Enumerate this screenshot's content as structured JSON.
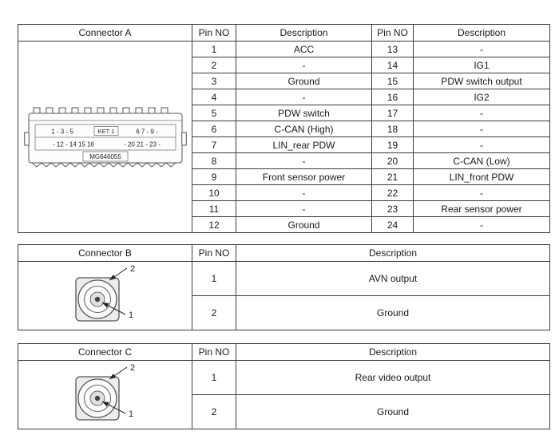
{
  "connector_a": {
    "title": "Connector A",
    "headers": {
      "pin": "Pin NO",
      "desc": "Description"
    },
    "drawing": {
      "top_left": "1 - 3 - 5",
      "ket": "KET 1",
      "top_right": "6 7 - 9 -",
      "bottom_left": "- 12 - 14 15 16",
      "bottom_right": "- 20 21 - 23 -",
      "part_number": "MG646055"
    },
    "rows": [
      {
        "pin_l": "1",
        "desc_l": "ACC",
        "pin_r": "13",
        "desc_r": "-"
      },
      {
        "pin_l": "2",
        "desc_l": "-",
        "pin_r": "14",
        "desc_r": "IG1"
      },
      {
        "pin_l": "3",
        "desc_l": "Ground",
        "pin_r": "15",
        "desc_r": "PDW switch output"
      },
      {
        "pin_l": "4",
        "desc_l": "-",
        "pin_r": "16",
        "desc_r": "IG2"
      },
      {
        "pin_l": "5",
        "desc_l": "PDW switch",
        "pin_r": "17",
        "desc_r": "-"
      },
      {
        "pin_l": "6",
        "desc_l": "C-CAN (High)",
        "pin_r": "18",
        "desc_r": "-"
      },
      {
        "pin_l": "7",
        "desc_l": "LIN_rear PDW",
        "pin_r": "19",
        "desc_r": "-"
      },
      {
        "pin_l": "8",
        "desc_l": "-",
        "pin_r": "20",
        "desc_r": "C-CAN (Low)"
      },
      {
        "pin_l": "9",
        "desc_l": "Front sensor power",
        "pin_r": "21",
        "desc_r": "LIN_front PDW"
      },
      {
        "pin_l": "10",
        "desc_l": "-",
        "pin_r": "22",
        "desc_r": "-"
      },
      {
        "pin_l": "11",
        "desc_l": "-",
        "pin_r": "23",
        "desc_r": "Rear sensor power"
      },
      {
        "pin_l": "12",
        "desc_l": "Ground",
        "pin_r": "24",
        "desc_r": "-"
      }
    ]
  },
  "connector_b": {
    "title": "Connector B",
    "headers": {
      "pin": "Pin NO",
      "desc": "Description"
    },
    "callouts": {
      "inner": "1",
      "outer": "2"
    },
    "rows": [
      {
        "pin": "1",
        "desc": "AVN output"
      },
      {
        "pin": "2",
        "desc": "Ground"
      }
    ]
  },
  "connector_c": {
    "title": "Connector C",
    "headers": {
      "pin": "Pin NO",
      "desc": "Description"
    },
    "callouts": {
      "inner": "1",
      "outer": "2"
    },
    "rows": [
      {
        "pin": "1",
        "desc": "Rear video output"
      },
      {
        "pin": "2",
        "desc": "Ground"
      }
    ]
  }
}
